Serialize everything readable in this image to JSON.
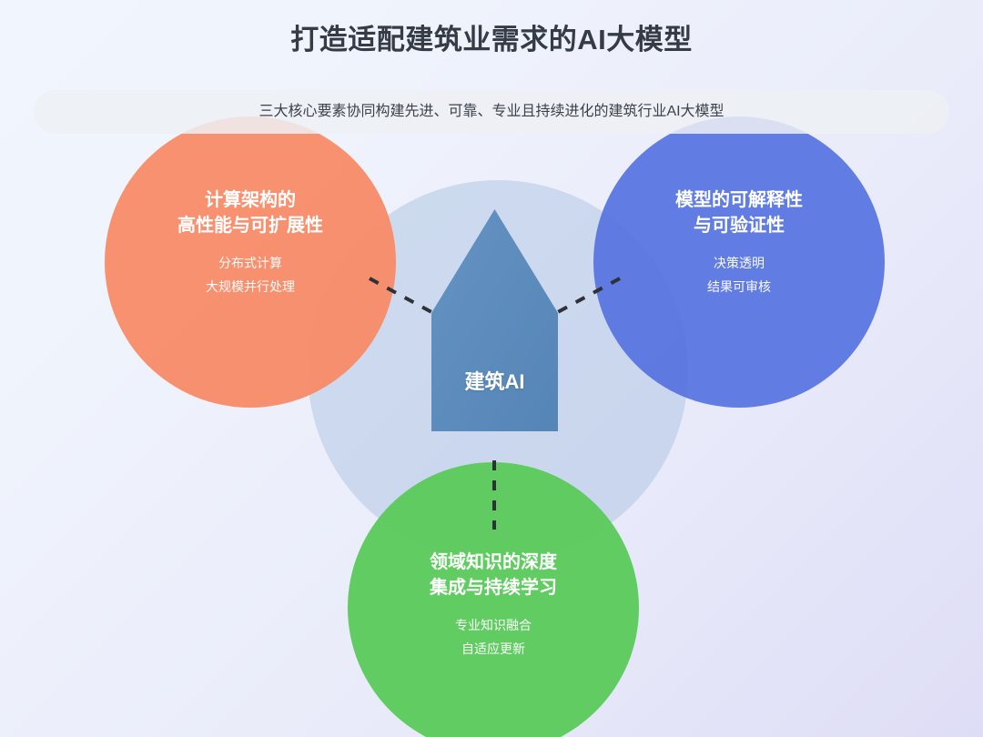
{
  "page": {
    "title": "打造适配建筑业需求的AI大模型",
    "subtitle": "三大核心要素协同构建先进、可靠、专业且持续进化的建筑行业AI大模型"
  },
  "core": {
    "label": "建筑AI",
    "shape": "house-pentagon-icon",
    "color": "#5C8CBD"
  },
  "circles": [
    {
      "id": "compute",
      "heading": "计算架构的\n高性能与可扩展性",
      "sub": "分布式计算\n大规模并行处理",
      "color": "#F78964"
    },
    {
      "id": "explainability",
      "heading": "模型的可解释性\n与可验证性",
      "sub": "决策透明\n结果可审核",
      "color": "#5673E0"
    },
    {
      "id": "domain-knowledge",
      "heading": "领域知识的深度\n集成与持续学习",
      "sub": "专业知识融合\n自适应更新",
      "color": "#58CA58"
    }
  ],
  "center_overlap": {
    "name": "shared-core-region",
    "color": "#A0BADB"
  },
  "connectors": [
    {
      "name": "connector-compute-to-core",
      "style": "dashed"
    },
    {
      "name": "connector-explainability-to-core",
      "style": "dashed"
    },
    {
      "name": "connector-domain-to-core",
      "style": "dashed"
    }
  ],
  "background": {
    "from": "#F1F6FE",
    "to": "#DEDDF6"
  }
}
